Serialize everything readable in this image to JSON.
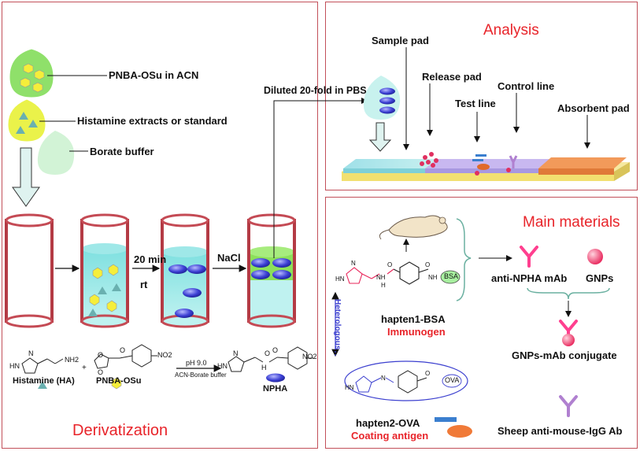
{
  "derivatization": {
    "title": "Derivatization",
    "reagent1": "PNBA-OSu in ACN",
    "reagent2": "Histamine extracts or standard",
    "reagent3": "Borate buffer",
    "time": "20 min",
    "temp": "rt",
    "salt": "NaCl",
    "diluted": "Diluted 20-fold in PBS",
    "reaction": {
      "histamine_label": "Histamine (HA)",
      "pnba_label": "PNBA-OSu",
      "npha_label": "NPHA",
      "condition_top": "pH 9.0",
      "condition_bottom": "ACN-Borate buffer",
      "nh2": "NH2",
      "no2_1": "NO2",
      "no2_2": "NO2",
      "hn1": "HN",
      "hn2": "HN",
      "n1": "N",
      "n2": "N",
      "o1": "O",
      "o2": "O",
      "o3": "O",
      "o4": "O",
      "o5": "O",
      "h1": "H",
      "plus": "+"
    }
  },
  "analysis": {
    "title": "Analysis",
    "sample_pad": "Sample pad",
    "release_pad": "Release pad",
    "test_line": "Test line",
    "control_line": "Control line",
    "absorbent_pad": "Absorbent pad"
  },
  "materials": {
    "title": "Main materials",
    "hapten1": "hapten1-BSA",
    "immunogen": "Immunogen",
    "heterologous": "Heterologous",
    "hapten2": "hapten2-OVA",
    "coating": "Coating antigen",
    "mab": "anti-NPHA mAb",
    "gnps": "GNPs",
    "conjugate": "GNPs-mAb conjugate",
    "sheep": "Sheep anti-mouse-IgG Ab",
    "bsa": "BSA",
    "ova": "OVA",
    "hn_a": "HN",
    "hn_b": "HN",
    "n_a": "N",
    "n_b": "N",
    "nh_a": "NH",
    "nh_b": "NH",
    "h_a": "H",
    "o_a": "O",
    "o_b": "O",
    "o_c": "O"
  },
  "colors": {
    "accent": "#e8242a",
    "frame": "#c2505a",
    "pink": "#ff2a7f",
    "blue": "#3b3fcf",
    "green": "#8ce05a"
  }
}
